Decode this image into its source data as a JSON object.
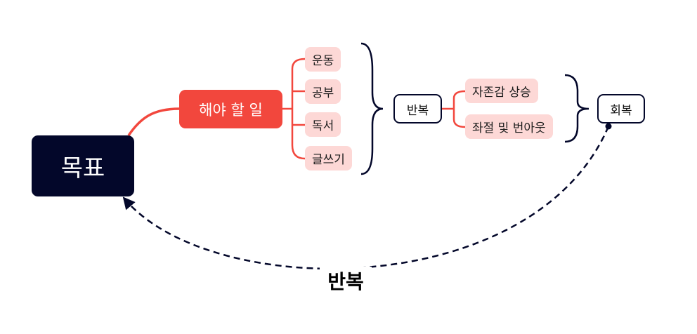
{
  "root": {
    "label": "목표"
  },
  "main_branch": {
    "label": "해야 할 일"
  },
  "tasks": [
    {
      "label": "운동"
    },
    {
      "label": "공부"
    },
    {
      "label": "독서"
    },
    {
      "label": "글쓰기"
    }
  ],
  "repeat_node": {
    "label": "반복"
  },
  "outcomes": [
    {
      "label": "자존감 상승"
    },
    {
      "label": "좌절 및 번아웃"
    }
  ],
  "recovery_node": {
    "label": "회복"
  },
  "loop": {
    "label": "반복"
  },
  "colors": {
    "root_fill": "#03072a",
    "branch_fill": "#f2473d",
    "leaf_fill": "#fdd8d6",
    "connector_red": "#f2473d",
    "connector_navy": "#03072a"
  }
}
